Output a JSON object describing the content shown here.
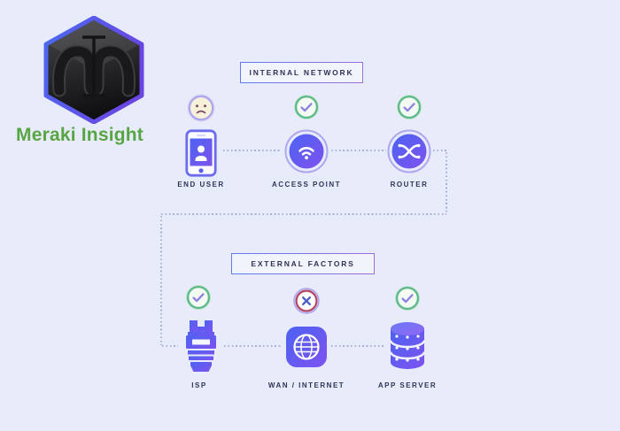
{
  "brand": {
    "name": "Meraki Insight"
  },
  "sections": {
    "internal": {
      "title": "INTERNAL NETWORK",
      "nodes": [
        {
          "label": "END USER",
          "status": "sad",
          "icon": "smartphone-icon"
        },
        {
          "label": "ACCESS POINT",
          "status": "ok",
          "icon": "wifi-access-point-icon"
        },
        {
          "label": "ROUTER",
          "status": "ok",
          "icon": "router-shuffle-icon"
        }
      ]
    },
    "external": {
      "title": "EXTERNAL FACTORS",
      "nodes": [
        {
          "label": "ISP",
          "status": "ok",
          "icon": "ethernet-plug-icon"
        },
        {
          "label": "WAN / INTERNET",
          "status": "error",
          "icon": "globe-icon"
        },
        {
          "label": "APP SERVER",
          "status": "ok",
          "icon": "database-icon"
        }
      ]
    }
  },
  "colors": {
    "background": "#e8ecfa",
    "accent_blue": "#4c63f2",
    "accent_purple": "#7e52ef",
    "ok_green": "#5bb98a",
    "check_purple": "#8e80e2",
    "error_red": "#b84560",
    "x_blue": "#4c60c8",
    "line": "#a8aed8",
    "label": "#2e3457",
    "brand_green": "#58a545"
  }
}
